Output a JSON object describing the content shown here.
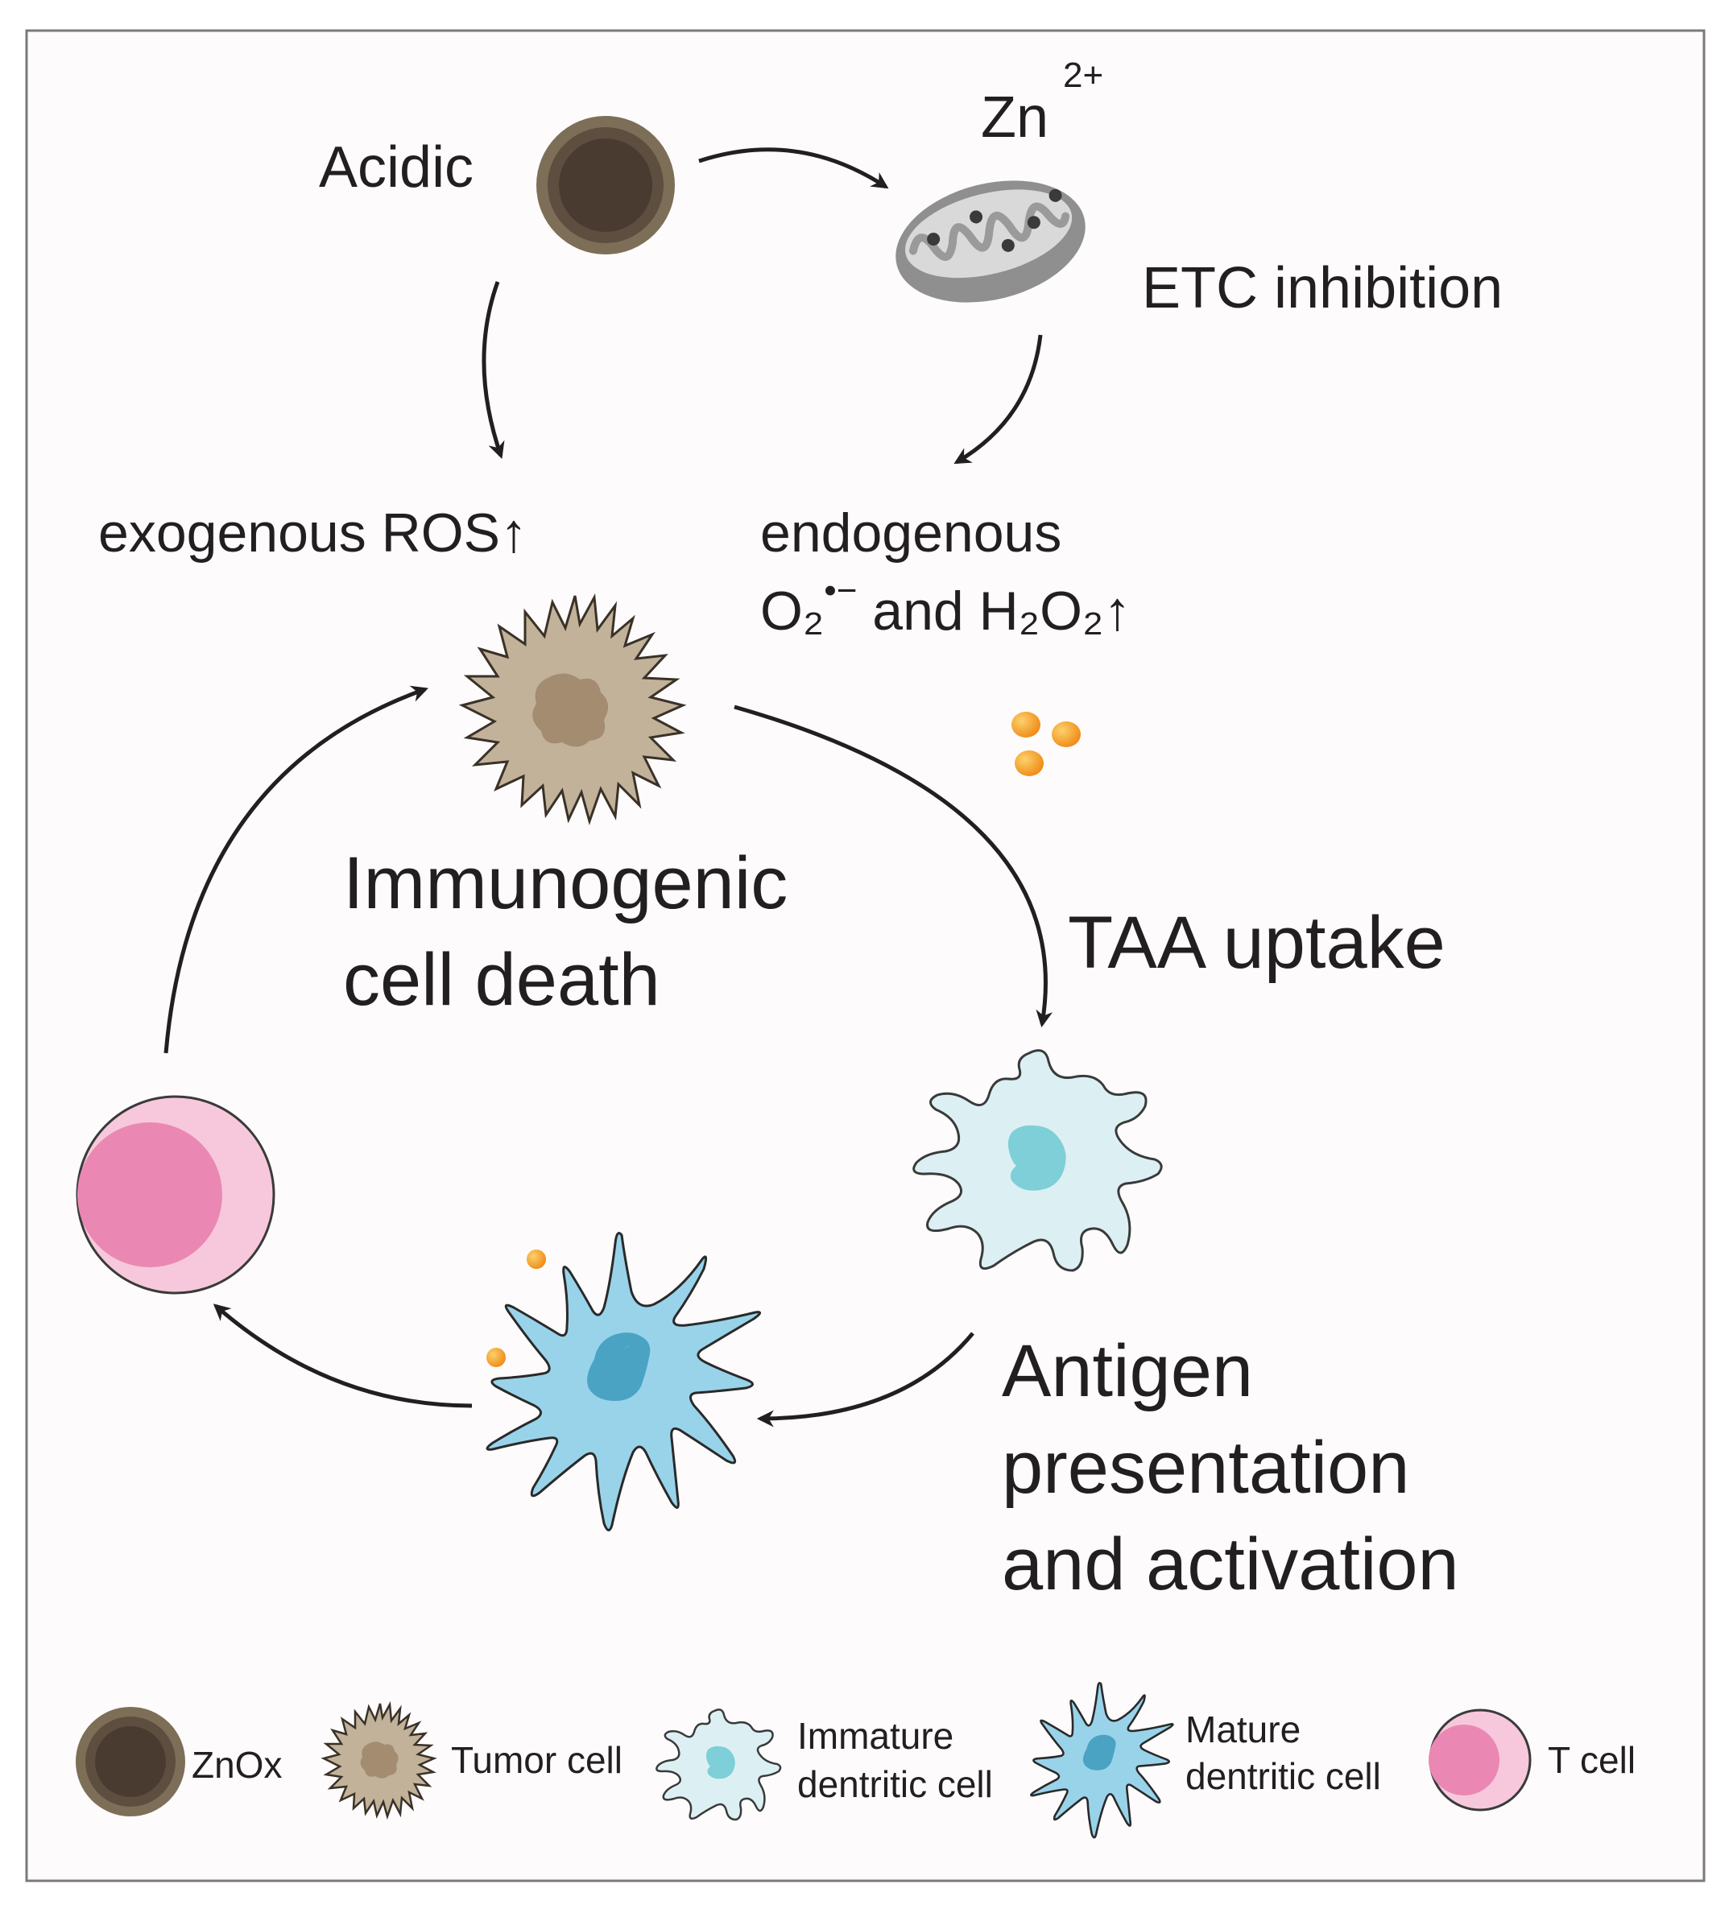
{
  "labels": {
    "acidic": "Acidic",
    "zn": "Zn",
    "zn_charge": "2+",
    "etc": "ETC inhibition",
    "exo_ros": "exogenous ROS↑",
    "endo_line1": "endogenous",
    "endo_o2": "O₂",
    "endo_radical": "•−",
    "endo_rest": " and H₂O₂↑",
    "icd_line1": "Immunogenic",
    "icd_line2": "cell death",
    "taa": "TAA uptake",
    "ag_line1": "Antigen",
    "ag_line2": "presentation",
    "ag_line3": "and activation"
  },
  "legend": {
    "znox": "ZnOx",
    "tumor": "Tumor cell",
    "immature_line1": "Immature",
    "immature_line2": "dentritic cell",
    "mature_line1": "Mature",
    "mature_line2": "dentritic cell",
    "tcell": "T cell"
  },
  "colors": {
    "znox_outer": "#7d6e58",
    "znox_inner": "#4a3b31",
    "tumor_body": "#c2b29a",
    "tumor_nucleus": "#a48c71",
    "immature_body": "#dcf0f4",
    "immature_nucleus": "#7ecfd8",
    "mature_body": "#99d3ea",
    "mature_nucleus": "#4aa3c3",
    "tcell_outer": "#f7c8dc",
    "tcell_inner": "#ea88b3",
    "antigen": "#f5a21b",
    "mito_outer": "#8f8f8f",
    "mito_inner": "#d9d9d9",
    "arrow": "#231f20"
  }
}
